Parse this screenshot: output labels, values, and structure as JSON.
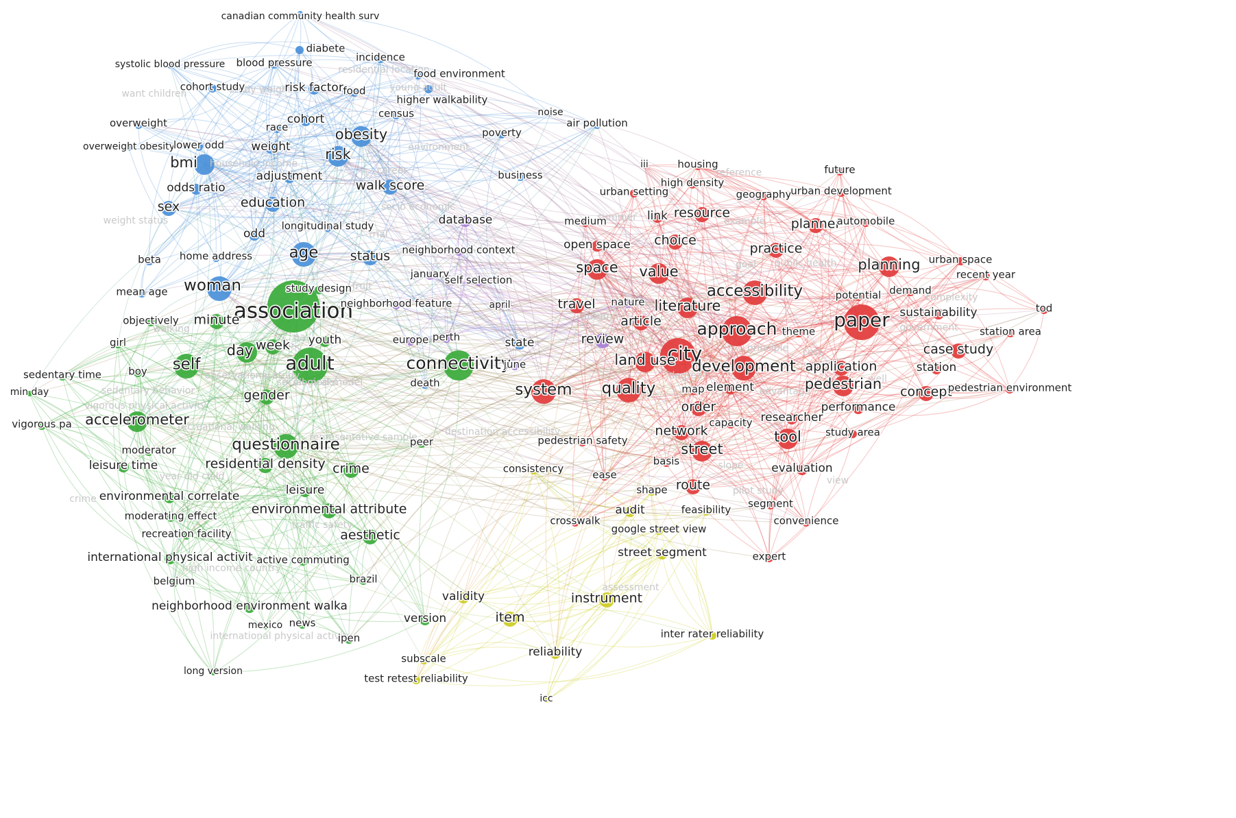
{
  "clusters": {
    "blue": "#4a90d9",
    "green": "#3aaa3a",
    "red": "#e23b3b",
    "yellow": "#cccc22",
    "purple": "#a77fd6"
  },
  "nodes": [
    {
      "id": "canadian community health surv",
      "c": "blue",
      "w": 1
    },
    {
      "id": "diabete",
      "c": "blue",
      "w": 2
    },
    {
      "id": "incidence",
      "c": "blue",
      "w": 2
    },
    {
      "id": "systolic blood pressure",
      "c": "blue",
      "w": 1
    },
    {
      "id": "blood pressure",
      "c": "blue",
      "w": 2
    },
    {
      "id": "food environment",
      "c": "blue",
      "w": 2
    },
    {
      "id": "cohort study",
      "c": "blue",
      "w": 2
    },
    {
      "id": "risk factor",
      "c": "blue",
      "w": 3
    },
    {
      "id": "food",
      "c": "blue",
      "w": 2
    },
    {
      "id": "higher walkability",
      "c": "blue",
      "w": 2
    },
    {
      "id": "census",
      "c": "blue",
      "w": 2
    },
    {
      "id": "cohort",
      "c": "blue",
      "w": 3
    },
    {
      "id": "overweight",
      "c": "blue",
      "w": 2
    },
    {
      "id": "race",
      "c": "blue",
      "w": 2
    },
    {
      "id": "obesity",
      "c": "blue",
      "w": 5
    },
    {
      "id": "overweight obesity",
      "c": "blue",
      "w": 1
    },
    {
      "id": "lower odd",
      "c": "blue",
      "w": 2
    },
    {
      "id": "weight",
      "c": "blue",
      "w": 3
    },
    {
      "id": "risk",
      "c": "blue",
      "w": 5
    },
    {
      "id": "bmi",
      "c": "blue",
      "w": 5
    },
    {
      "id": "adjustment",
      "c": "blue",
      "w": 3
    },
    {
      "id": "odds ratio",
      "c": "blue",
      "w": 3
    },
    {
      "id": "walk score",
      "c": "blue",
      "w": 4
    },
    {
      "id": "sex",
      "c": "blue",
      "w": 4
    },
    {
      "id": "education",
      "c": "blue",
      "w": 4
    },
    {
      "id": "longitudinal study",
      "c": "blue",
      "w": 2
    },
    {
      "id": "odd",
      "c": "blue",
      "w": 3
    },
    {
      "id": "age",
      "c": "blue",
      "w": 6
    },
    {
      "id": "status",
      "c": "blue",
      "w": 4
    },
    {
      "id": "beta",
      "c": "blue",
      "w": 2
    },
    {
      "id": "home address",
      "c": "blue",
      "w": 2
    },
    {
      "id": "woman",
      "c": "blue",
      "w": 6
    },
    {
      "id": "mean age",
      "c": "blue",
      "w": 2
    },
    {
      "id": "noise",
      "c": "blue",
      "w": 1
    },
    {
      "id": "air pollution",
      "c": "blue",
      "w": 2
    },
    {
      "id": "poverty",
      "c": "blue",
      "w": 2
    },
    {
      "id": "business",
      "c": "blue",
      "w": 2
    },
    {
      "id": "state",
      "c": "blue",
      "w": 3
    },
    {
      "id": "death",
      "c": "blue",
      "w": 2
    },
    {
      "id": "association",
      "c": "green",
      "w": 10
    },
    {
      "id": "adult",
      "c": "green",
      "w": 8
    },
    {
      "id": "connectivity",
      "c": "green",
      "w": 7
    },
    {
      "id": "self",
      "c": "green",
      "w": 6
    },
    {
      "id": "day",
      "c": "green",
      "w": 5
    },
    {
      "id": "week",
      "c": "green",
      "w": 4
    },
    {
      "id": "minute",
      "c": "green",
      "w": 4
    },
    {
      "id": "objectively",
      "c": "green",
      "w": 2
    },
    {
      "id": "girl",
      "c": "green",
      "w": 2
    },
    {
      "id": "boy",
      "c": "green",
      "w": 2
    },
    {
      "id": "sedentary time",
      "c": "green",
      "w": 2
    },
    {
      "id": "min day",
      "c": "green",
      "w": 1
    },
    {
      "id": "gender",
      "c": "green",
      "w": 4
    },
    {
      "id": "youth",
      "c": "green",
      "w": 3
    },
    {
      "id": "study design",
      "c": "green",
      "w": 2
    },
    {
      "id": "accelerometer",
      "c": "green",
      "w": 5
    },
    {
      "id": "vigorous pa",
      "c": "green",
      "w": 2
    },
    {
      "id": "questionnaire",
      "c": "green",
      "w": 6
    },
    {
      "id": "residential density",
      "c": "green",
      "w": 4
    },
    {
      "id": "crime",
      "c": "green",
      "w": 4
    },
    {
      "id": "leisure time",
      "c": "green",
      "w": 3
    },
    {
      "id": "moderator",
      "c": "green",
      "w": 2
    },
    {
      "id": "leisure",
      "c": "green",
      "w": 3
    },
    {
      "id": "environmental correlate",
      "c": "green",
      "w": 3
    },
    {
      "id": "environmental attribute",
      "c": "green",
      "w": 4
    },
    {
      "id": "moderating effect",
      "c": "green",
      "w": 2
    },
    {
      "id": "recreation facility",
      "c": "green",
      "w": 2
    },
    {
      "id": "aesthetic",
      "c": "green",
      "w": 4
    },
    {
      "id": "international physical activit",
      "c": "green",
      "w": 3
    },
    {
      "id": "active commuting",
      "c": "green",
      "w": 2
    },
    {
      "id": "belgium",
      "c": "green",
      "w": 2
    },
    {
      "id": "brazil",
      "c": "green",
      "w": 2
    },
    {
      "id": "neighborhood environment walka",
      "c": "green",
      "w": 3
    },
    {
      "id": "mexico",
      "c": "green",
      "w": 1
    },
    {
      "id": "news",
      "c": "green",
      "w": 2
    },
    {
      "id": "ipen",
      "c": "green",
      "w": 2
    },
    {
      "id": "version",
      "c": "green",
      "w": 3
    },
    {
      "id": "long version",
      "c": "green",
      "w": 1
    },
    {
      "id": "peer",
      "c": "green",
      "w": 2
    },
    {
      "id": "database",
      "c": "purple",
      "w": 3
    },
    {
      "id": "neighborhood context",
      "c": "purple",
      "w": 2
    },
    {
      "id": "january",
      "c": "purple",
      "w": 2
    },
    {
      "id": "self selection",
      "c": "purple",
      "w": 2
    },
    {
      "id": "neighborhood feature",
      "c": "purple",
      "w": 2
    },
    {
      "id": "april",
      "c": "purple",
      "w": 1
    },
    {
      "id": "europe",
      "c": "purple",
      "w": 2
    },
    {
      "id": "perth",
      "c": "purple",
      "w": 2
    },
    {
      "id": "review",
      "c": "purple",
      "w": 4
    },
    {
      "id": "nature",
      "c": "purple",
      "w": 2
    },
    {
      "id": "june",
      "c": "purple",
      "w": 2
    },
    {
      "id": "validity",
      "c": "yellow",
      "w": 3
    },
    {
      "id": "item",
      "c": "yellow",
      "w": 4
    },
    {
      "id": "instrument",
      "c": "yellow",
      "w": 4
    },
    {
      "id": "reliability",
      "c": "yellow",
      "w": 3
    },
    {
      "id": "subscale",
      "c": "yellow",
      "w": 2
    },
    {
      "id": "test retest reliability",
      "c": "yellow",
      "w": 2
    },
    {
      "id": "icc",
      "c": "yellow",
      "w": 1
    },
    {
      "id": "inter rater reliability",
      "c": "yellow",
      "w": 2
    },
    {
      "id": "audit",
      "c": "yellow",
      "w": 3
    },
    {
      "id": "feasibility",
      "c": "yellow",
      "w": 2
    },
    {
      "id": "shape",
      "c": "yellow",
      "w": 2
    },
    {
      "id": "google street view",
      "c": "yellow",
      "w": 2
    },
    {
      "id": "street segment",
      "c": "yellow",
      "w": 3
    },
    {
      "id": "consistency",
      "c": "yellow",
      "w": 2
    },
    {
      "id": "city",
      "c": "red",
      "w": 9
    },
    {
      "id": "paper",
      "c": "red",
      "w": 8
    },
    {
      "id": "approach",
      "c": "red",
      "w": 7
    },
    {
      "id": "development",
      "c": "red",
      "w": 6
    },
    {
      "id": "accessibility",
      "c": "red",
      "w": 6
    },
    {
      "id": "system",
      "c": "red",
      "w": 6
    },
    {
      "id": "quality",
      "c": "red",
      "w": 6
    },
    {
      "id": "space",
      "c": "red",
      "w": 5
    },
    {
      "id": "value",
      "c": "red",
      "w": 5
    },
    {
      "id": "planning",
      "c": "red",
      "w": 5
    },
    {
      "id": "literature",
      "c": "red",
      "w": 5
    },
    {
      "id": "article",
      "c": "red",
      "w": 4
    },
    {
      "id": "land use",
      "c": "red",
      "w": 5
    },
    {
      "id": "travel",
      "c": "red",
      "w": 4
    },
    {
      "id": "street",
      "c": "red",
      "w": 5
    },
    {
      "id": "tool",
      "c": "red",
      "w": 5
    },
    {
      "id": "pedestrian",
      "c": "red",
      "w": 5
    },
    {
      "id": "application",
      "c": "red",
      "w": 4
    },
    {
      "id": "practice",
      "c": "red",
      "w": 4
    },
    {
      "id": "planner",
      "c": "red",
      "w": 4
    },
    {
      "id": "resource",
      "c": "red",
      "w": 4
    },
    {
      "id": "choice",
      "c": "red",
      "w": 4
    },
    {
      "id": "order",
      "c": "red",
      "w": 4
    },
    {
      "id": "network",
      "c": "red",
      "w": 4
    },
    {
      "id": "route",
      "c": "red",
      "w": 4
    },
    {
      "id": "case study",
      "c": "red",
      "w": 4
    },
    {
      "id": "concept",
      "c": "red",
      "w": 4
    },
    {
      "id": "sustainability",
      "c": "red",
      "w": 3
    },
    {
      "id": "researcher",
      "c": "red",
      "w": 3
    },
    {
      "id": "evaluation",
      "c": "red",
      "w": 3
    },
    {
      "id": "housing",
      "c": "red",
      "w": 2
    },
    {
      "id": "future",
      "c": "red",
      "w": 2
    },
    {
      "id": "high density",
      "c": "red",
      "w": 2
    },
    {
      "id": "geography",
      "c": "red",
      "w": 2
    },
    {
      "id": "urban development",
      "c": "red",
      "w": 2
    },
    {
      "id": "urban setting",
      "c": "red",
      "w": 2
    },
    {
      "id": "link",
      "c": "red",
      "w": 3
    },
    {
      "id": "medium",
      "c": "red",
      "w": 2
    },
    {
      "id": "automobile",
      "c": "red",
      "w": 2
    },
    {
      "id": "open space",
      "c": "red",
      "w": 3
    },
    {
      "id": "urban space",
      "c": "red",
      "w": 2
    },
    {
      "id": "recent year",
      "c": "red",
      "w": 2
    },
    {
      "id": "tod",
      "c": "red",
      "w": 2
    },
    {
      "id": "potential",
      "c": "red",
      "w": 2
    },
    {
      "id": "demand",
      "c": "red",
      "w": 2
    },
    {
      "id": "theme",
      "c": "red",
      "w": 2
    },
    {
      "id": "station area",
      "c": "red",
      "w": 2
    },
    {
      "id": "station",
      "c": "red",
      "w": 3
    },
    {
      "id": "pedestrian environment",
      "c": "red",
      "w": 2
    },
    {
      "id": "map",
      "c": "red",
      "w": 2
    },
    {
      "id": "element",
      "c": "red",
      "w": 3
    },
    {
      "id": "performance",
      "c": "red",
      "w": 3
    },
    {
      "id": "study area",
      "c": "red",
      "w": 2
    },
    {
      "id": "pedestrian safety",
      "c": "red",
      "w": 2
    },
    {
      "id": "capacity",
      "c": "red",
      "w": 2
    },
    {
      "id": "basis",
      "c": "red",
      "w": 2
    },
    {
      "id": "ease",
      "c": "red",
      "w": 2
    },
    {
      "id": "segment",
      "c": "red",
      "w": 2
    },
    {
      "id": "crosswalk",
      "c": "red",
      "w": 2
    },
    {
      "id": "convenience",
      "c": "red",
      "w": 2
    },
    {
      "id": "expert",
      "c": "red",
      "w": 2
    },
    {
      "id": "iii",
      "c": "red",
      "w": 1
    }
  ],
  "faint_labels": [
    "residential location",
    "weight status",
    "want children",
    "young adult",
    "household income",
    "career",
    "socio economic",
    "study weight",
    "trial",
    "environment",
    "sedentary behavior",
    "vigorous physical activity",
    "recreational walking",
    "representative sample",
    "destination accessibility",
    "year old child",
    "crime",
    "traffic safety",
    "high income country",
    "international physical activity",
    "social model",
    "observational study",
    "ecological model",
    "summer",
    "autumn",
    "reference",
    "example",
    "public health",
    "goal",
    "complexity",
    "government",
    "principle",
    "cost",
    "degree",
    "well",
    "advantage",
    "slope",
    "pilot study",
    "view",
    "assessment",
    "fruit",
    "pa",
    "walking"
  ]
}
